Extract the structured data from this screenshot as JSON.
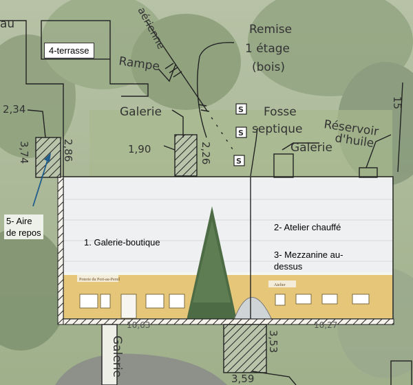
{
  "plan": {
    "rooms": {
      "galerie_boutique": "1.  Galerie-boutique",
      "atelier": "2- Atelier chauffé",
      "mezzanine": "3- Mezzanine au-\ndessus",
      "terrasse": "4-terrasse",
      "aire_repos": "5- Aire\nde repos"
    },
    "handwritten": {
      "au": "au",
      "aerienne": "aérienne",
      "remise_l1": "Remise",
      "remise_l2": "1 étage",
      "remise_l3": "(bois)",
      "rampe": "Rampe",
      "galerie_top": "Galerie",
      "fosse_l1": "Fosse",
      "fosse_l2": "septique",
      "galerie_right": "Galerie",
      "reservoir_l1": "Réservoir",
      "reservoir_l2": "d'huile",
      "galerie_bottom": "Galerie",
      "s_mark": "S"
    },
    "dimensions": {
      "d_234": "2,34",
      "d_374": "3,74",
      "d_286": "2,86",
      "d_190": "1,90",
      "d_226": "2,26",
      "d_353": "3,53",
      "d_359": "3,59",
      "d_1063": "10,63",
      "d_1027": "10,27",
      "d_15": "15"
    },
    "signs": {
      "shop_sign": "Poterie du Port-au-Persil",
      "atelier_sign": "Atelier"
    }
  }
}
